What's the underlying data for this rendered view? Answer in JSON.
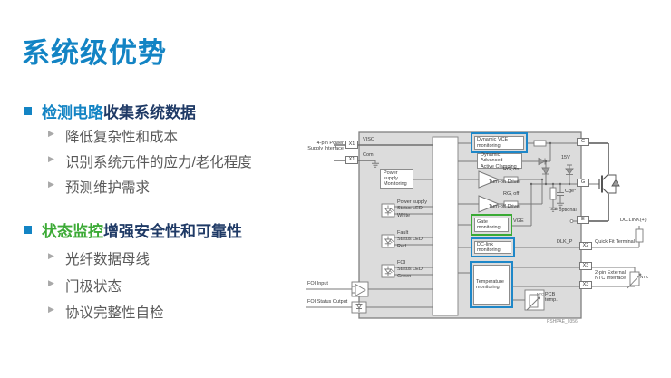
{
  "slide": {
    "title": "系统级优势",
    "marker_icon": "▶",
    "bullets": [
      {
        "lead": "检测电路",
        "rest": "收集系统数据",
        "subs": [
          "降低复杂性和成本",
          "识别系统元件的应力/老化程度",
          "预测维护需求"
        ]
      },
      {
        "lead": "状态监控",
        "rest": "增强安全性和可靠性",
        "subs": [
          "光纤数据母线",
          "门极状态",
          "协议完整性自检"
        ]
      }
    ],
    "colors": {
      "title_blue": "#1384c4",
      "lead_green": "#3caa36",
      "heading_navy": "#1f3a66",
      "sub_gray": "#595959",
      "diagram_highlight_blue": "#1e87c8",
      "diagram_highlight_green": "#3aaa35"
    }
  },
  "diagram": {
    "power_interface": {
      "line1": "4-pin Power",
      "line2": "Supply Interface"
    },
    "x1": "X1",
    "viso": "VISO",
    "com": "Com",
    "power_supply_monitoring": {
      "line1": "Power supply",
      "line2": "Monitoring"
    },
    "led_white": {
      "line1": "Power supply",
      "line2": "Status LED",
      "line3": "White"
    },
    "led_red": {
      "line1": "Fault",
      "line2": "Status LED",
      "line3": "Red"
    },
    "led_green": {
      "line1": "FOI",
      "line2": "Status LED",
      "line3": "Green"
    },
    "foi_input": "FOI Input",
    "foi_status_output": "FOI Status Output",
    "vce_monitoring": {
      "line1": "Dynamic VCE",
      "line2": "monitoring"
    },
    "active_clamping": {
      "line1": "Dynamic Advanced",
      "line2": "Active Clamping"
    },
    "rg_on": "RG, on",
    "turn_on_driver": "Turn-on Driver",
    "rg_off": "RG, off",
    "turn_off_driver": "Turn-off Driver",
    "v15": "15V",
    "cge": "Cge*",
    "optional_note": "* = optional",
    "gate_monitoring": {
      "line1": "Gate",
      "line2": "monitoring"
    },
    "vge": "VGE",
    "dclink_monitoring": {
      "line1": "DC-link",
      "line2": "monitoring"
    },
    "dlk_p": "DLK_P",
    "temperature_monitoring": {
      "line1": "Temperature",
      "line2": "monitoring"
    },
    "pcb_temp": {
      "line1": "PCB",
      "line2": "temp."
    },
    "ntc": "NTC",
    "terminals": {
      "c": "C",
      "g": "G",
      "e": "E",
      "x2": "X2",
      "x3": "X3"
    },
    "dc_link_plus": "DC.LINK(+)",
    "quick_fit": "Quick Fit Terminal",
    "ntc_interface": {
      "line1": "2-pin External",
      "line2": "NTC Interface"
    },
    "figure_code": "PSHPAE_0356"
  }
}
